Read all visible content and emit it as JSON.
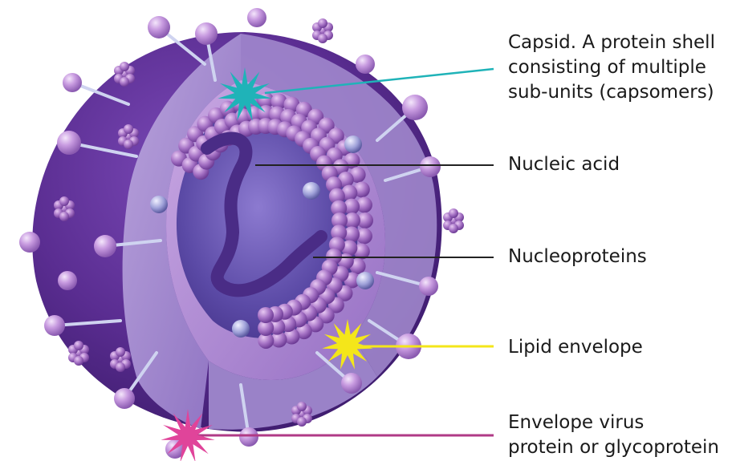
{
  "labels": {
    "capsid": [
      "Capsid. A protein shell",
      "consisting of multiple",
      "sub-units (capsomers)"
    ],
    "nucleic_acid": "Nucleic acid",
    "nucleoproteins": "Nucleoproteins",
    "lipid_envelope": "Lipid envelope",
    "envelope_protein": [
      "Envelope virus",
      "protein or glycoprotein"
    ]
  },
  "colors": {
    "envelope_outer": "#5a2d91",
    "envelope_cut": "#a98fd0",
    "capsid_bead": "#9a6bc0",
    "core": "#6a5ab0",
    "nucleic_acid": "#4a2c86",
    "marker_capsid": "#1fb3b8",
    "marker_lipid": "#f4e61a",
    "marker_envelope": "#e0449a",
    "line_capsid": "#1fb3b8",
    "line_lipid": "#f4e61a",
    "line_envelope": "#b03a86",
    "line_default": "#222222"
  }
}
